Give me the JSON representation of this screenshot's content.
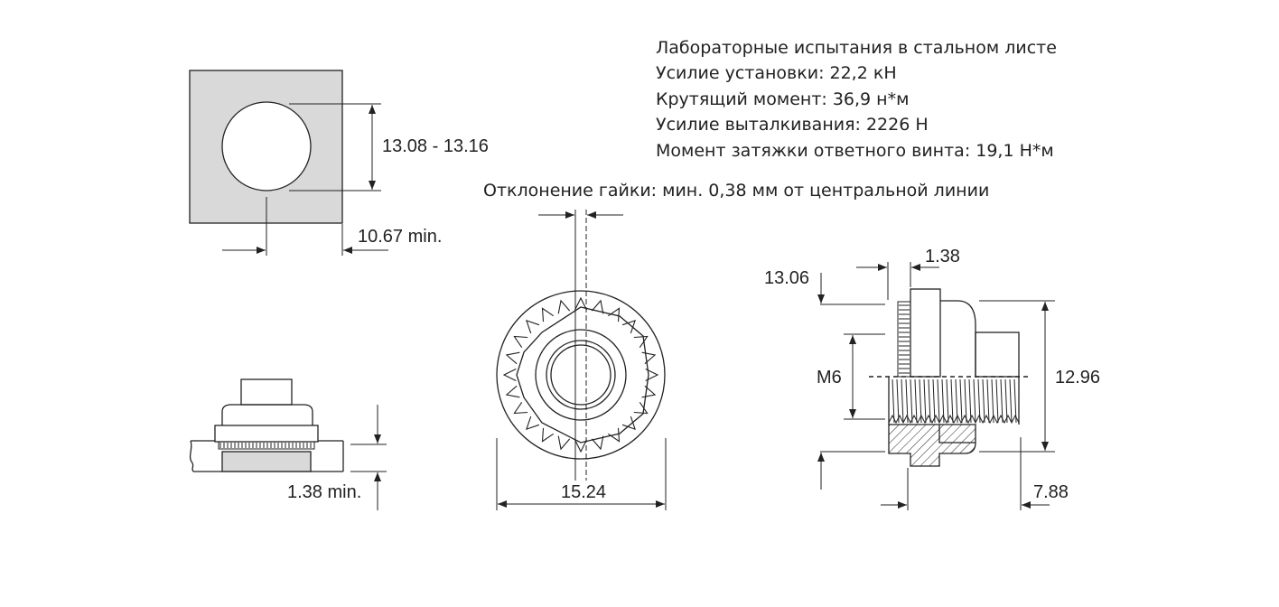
{
  "specs": {
    "title": "Лабораторные испытания в стальном листе",
    "install_force": "Усилие установки: 22,2 кН",
    "torque": "Крутящий момент: 36,9 н*м",
    "pushout": "Усилие выталкивания: 2226 Н",
    "tightening_torque": "Момент затяжки ответного винта: 19,1 Н*м"
  },
  "deviation_note": "Отклонение гайки: мин. 0,38 мм от центральной линии",
  "dimensions": {
    "hole_diameter": "13.08 - 13.16",
    "edge_distance": "10.67 min.",
    "sheet_thickness": "1.38 min.",
    "flange_diameter": "15.24",
    "flange_height": "1.38",
    "head_diameter": "13.06",
    "thread": "M6",
    "overall_height": "12.96",
    "shank_length": "7.88"
  }
}
